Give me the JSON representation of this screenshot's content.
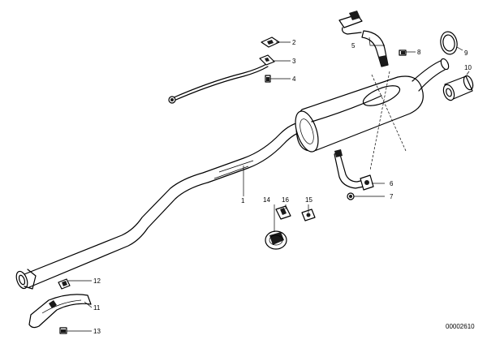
{
  "diagram": {
    "callouts": [
      "1",
      "2",
      "3",
      "4",
      "5",
      "6",
      "7",
      "8",
      "9",
      "10",
      "11",
      "12",
      "13",
      "14",
      "15",
      "16"
    ],
    "document_number": "00002610"
  }
}
